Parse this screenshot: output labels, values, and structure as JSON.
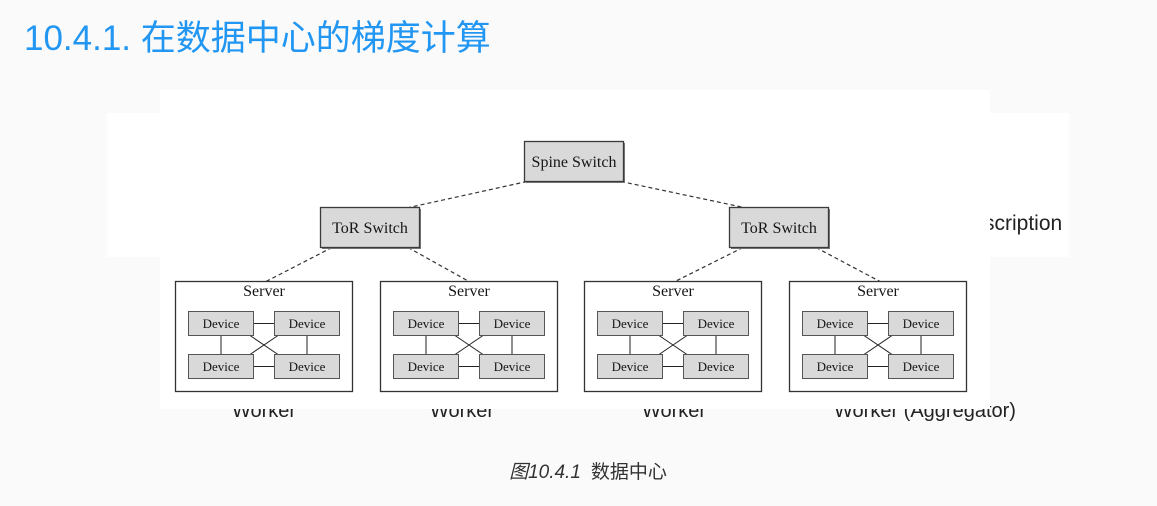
{
  "section": {
    "title": "10.4.1. 在数据中心的梯度计算"
  },
  "underlying_figure": {
    "header_fragment": "scription",
    "worker_labels": [
      "Worker",
      "Worker",
      "Worker",
      "Worker (Aggregator)"
    ]
  },
  "diagram": {
    "spine_switch": "Spine Switch",
    "tor_switches": [
      "ToR Switch",
      "ToR Switch"
    ],
    "servers": [
      {
        "label": "Server",
        "devices": [
          "Device",
          "Device",
          "Device",
          "Device"
        ]
      },
      {
        "label": "Server",
        "devices": [
          "Device",
          "Device",
          "Device",
          "Device"
        ]
      },
      {
        "label": "Server",
        "devices": [
          "Device",
          "Device",
          "Device",
          "Device"
        ]
      },
      {
        "label": "Server",
        "devices": [
          "Device",
          "Device",
          "Device",
          "Device"
        ]
      }
    ]
  },
  "caption": {
    "number": "图10.4.1",
    "text": "数据中心"
  },
  "colors": {
    "heading": "#2196f3",
    "node_fill": "#d9d9d9"
  }
}
